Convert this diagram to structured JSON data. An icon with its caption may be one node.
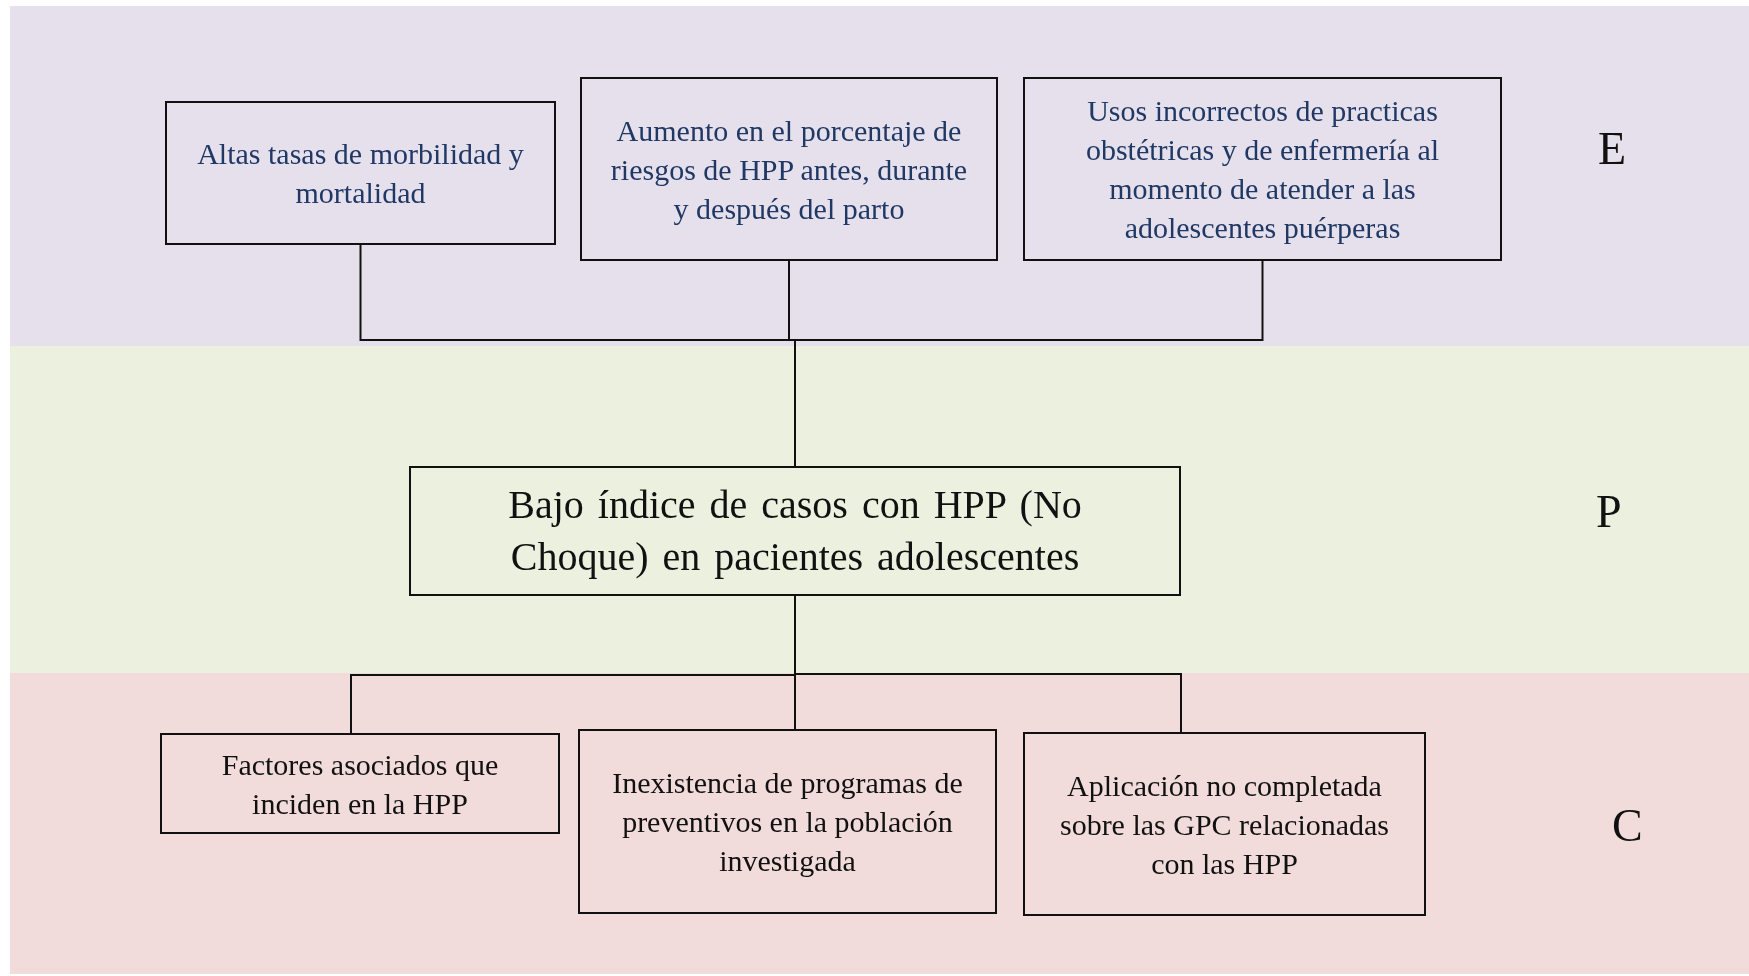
{
  "diagram": {
    "nodes": [
      {
        "text": [
          "E"
        ]
      },
      {
        "text": [
          "Altas tasas de morbilidad y mortalidad"
        ],
        "in": 0
      },
      {
        "text": [
          "Aumento en el porcentaje de riesgos de HPP antes, durante y después del parto"
        ],
        "in": 0
      },
      {
        "text": [
          "Usos incorrectos de practicas obstétricas y de enfermería al momento de atender a las adolescentes puérperas"
        ],
        "in": 0
      },
      {
        "text": [
          "P"
        ]
      },
      {
        "text": [
          "Bajo índice de casos con HPP (No Choque) en pacientes adolescentes"
        ],
        "in": 4
      },
      {
        "text": [
          "C"
        ]
      },
      {
        "text": [
          "Factores asociados que inciden en la HPP"
        ],
        "in": 6
      },
      {
        "text": [
          "Inexistencia de programas de preventivos en la población investigada"
        ],
        "in": 6
      },
      {
        "text": [
          "Aplicación no completada sobre las GPC relacionadas con las HPP"
        ],
        "in": 6
      }
    ],
    "edges": [
      {
        "from": 1,
        "to": 5,
        "arrow": "none"
      },
      {
        "from": 2,
        "to": 5,
        "arrow": "none"
      },
      {
        "from": 3,
        "to": 5,
        "arrow": "none"
      },
      {
        "from": 5,
        "to": 7,
        "arrow": "none"
      },
      {
        "from": 5,
        "to": 8,
        "arrow": "none"
      },
      {
        "from": 5,
        "to": 9,
        "arrow": "none"
      }
    ]
  }
}
